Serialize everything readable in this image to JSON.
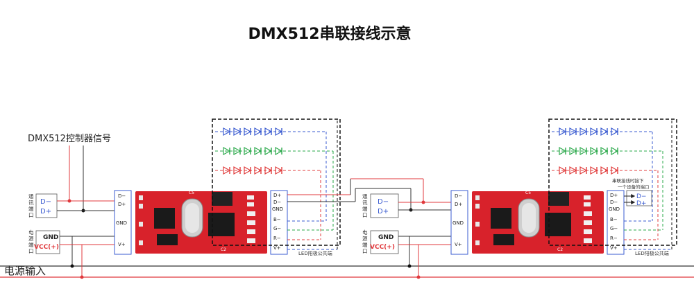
{
  "title": "DMX512串联接线示意",
  "controller_label": "DMX512控制器信号",
  "power_input_label": "电源输入",
  "comm_port_label": [
    "通",
    "讯",
    "端",
    "口"
  ],
  "power_port_label": [
    "电",
    "源",
    "端",
    "口"
  ],
  "d_minus": "D−",
  "d_plus": "D+",
  "gnd": "GND",
  "vcc": "VCC(+)",
  "decoder_left_pins": [
    "D−",
    "D+",
    "GND",
    "V+"
  ],
  "decoder_right_pins": [
    "D+",
    "D−",
    "GND",
    "B−",
    "G−",
    "R−",
    "V+"
  ],
  "led_common_anode": "LED阳极公共端",
  "serial_note": [
    "串联接线时接下",
    "一个设备的端口"
  ],
  "colors": {
    "pcb": "#d8222b",
    "red_wire": "#e0383c",
    "blue": "#3a5bd0",
    "green": "#2aa84a",
    "led_red": "#e03c3c",
    "wire": "#333333"
  }
}
